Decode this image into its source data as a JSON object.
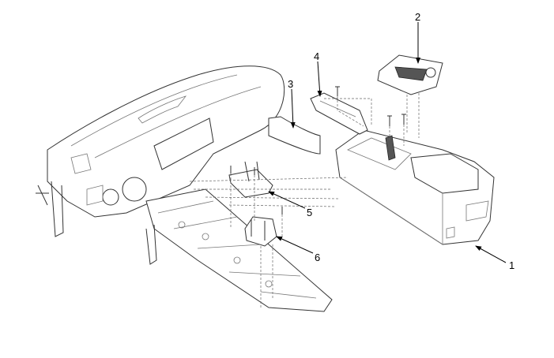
{
  "diagram": {
    "callouts": [
      {
        "id": "1",
        "text": "1",
        "part": "floor-console-assembly"
      },
      {
        "id": "2",
        "text": "2",
        "part": "console-upper-cover"
      },
      {
        "id": "3",
        "text": "3",
        "part": "side-trim-panel"
      },
      {
        "id": "4",
        "text": "4",
        "part": "console-side-cover"
      },
      {
        "id": "5",
        "text": "5",
        "part": "front-bracket"
      },
      {
        "id": "6",
        "text": "6",
        "part": "rear-bracket"
      }
    ]
  }
}
